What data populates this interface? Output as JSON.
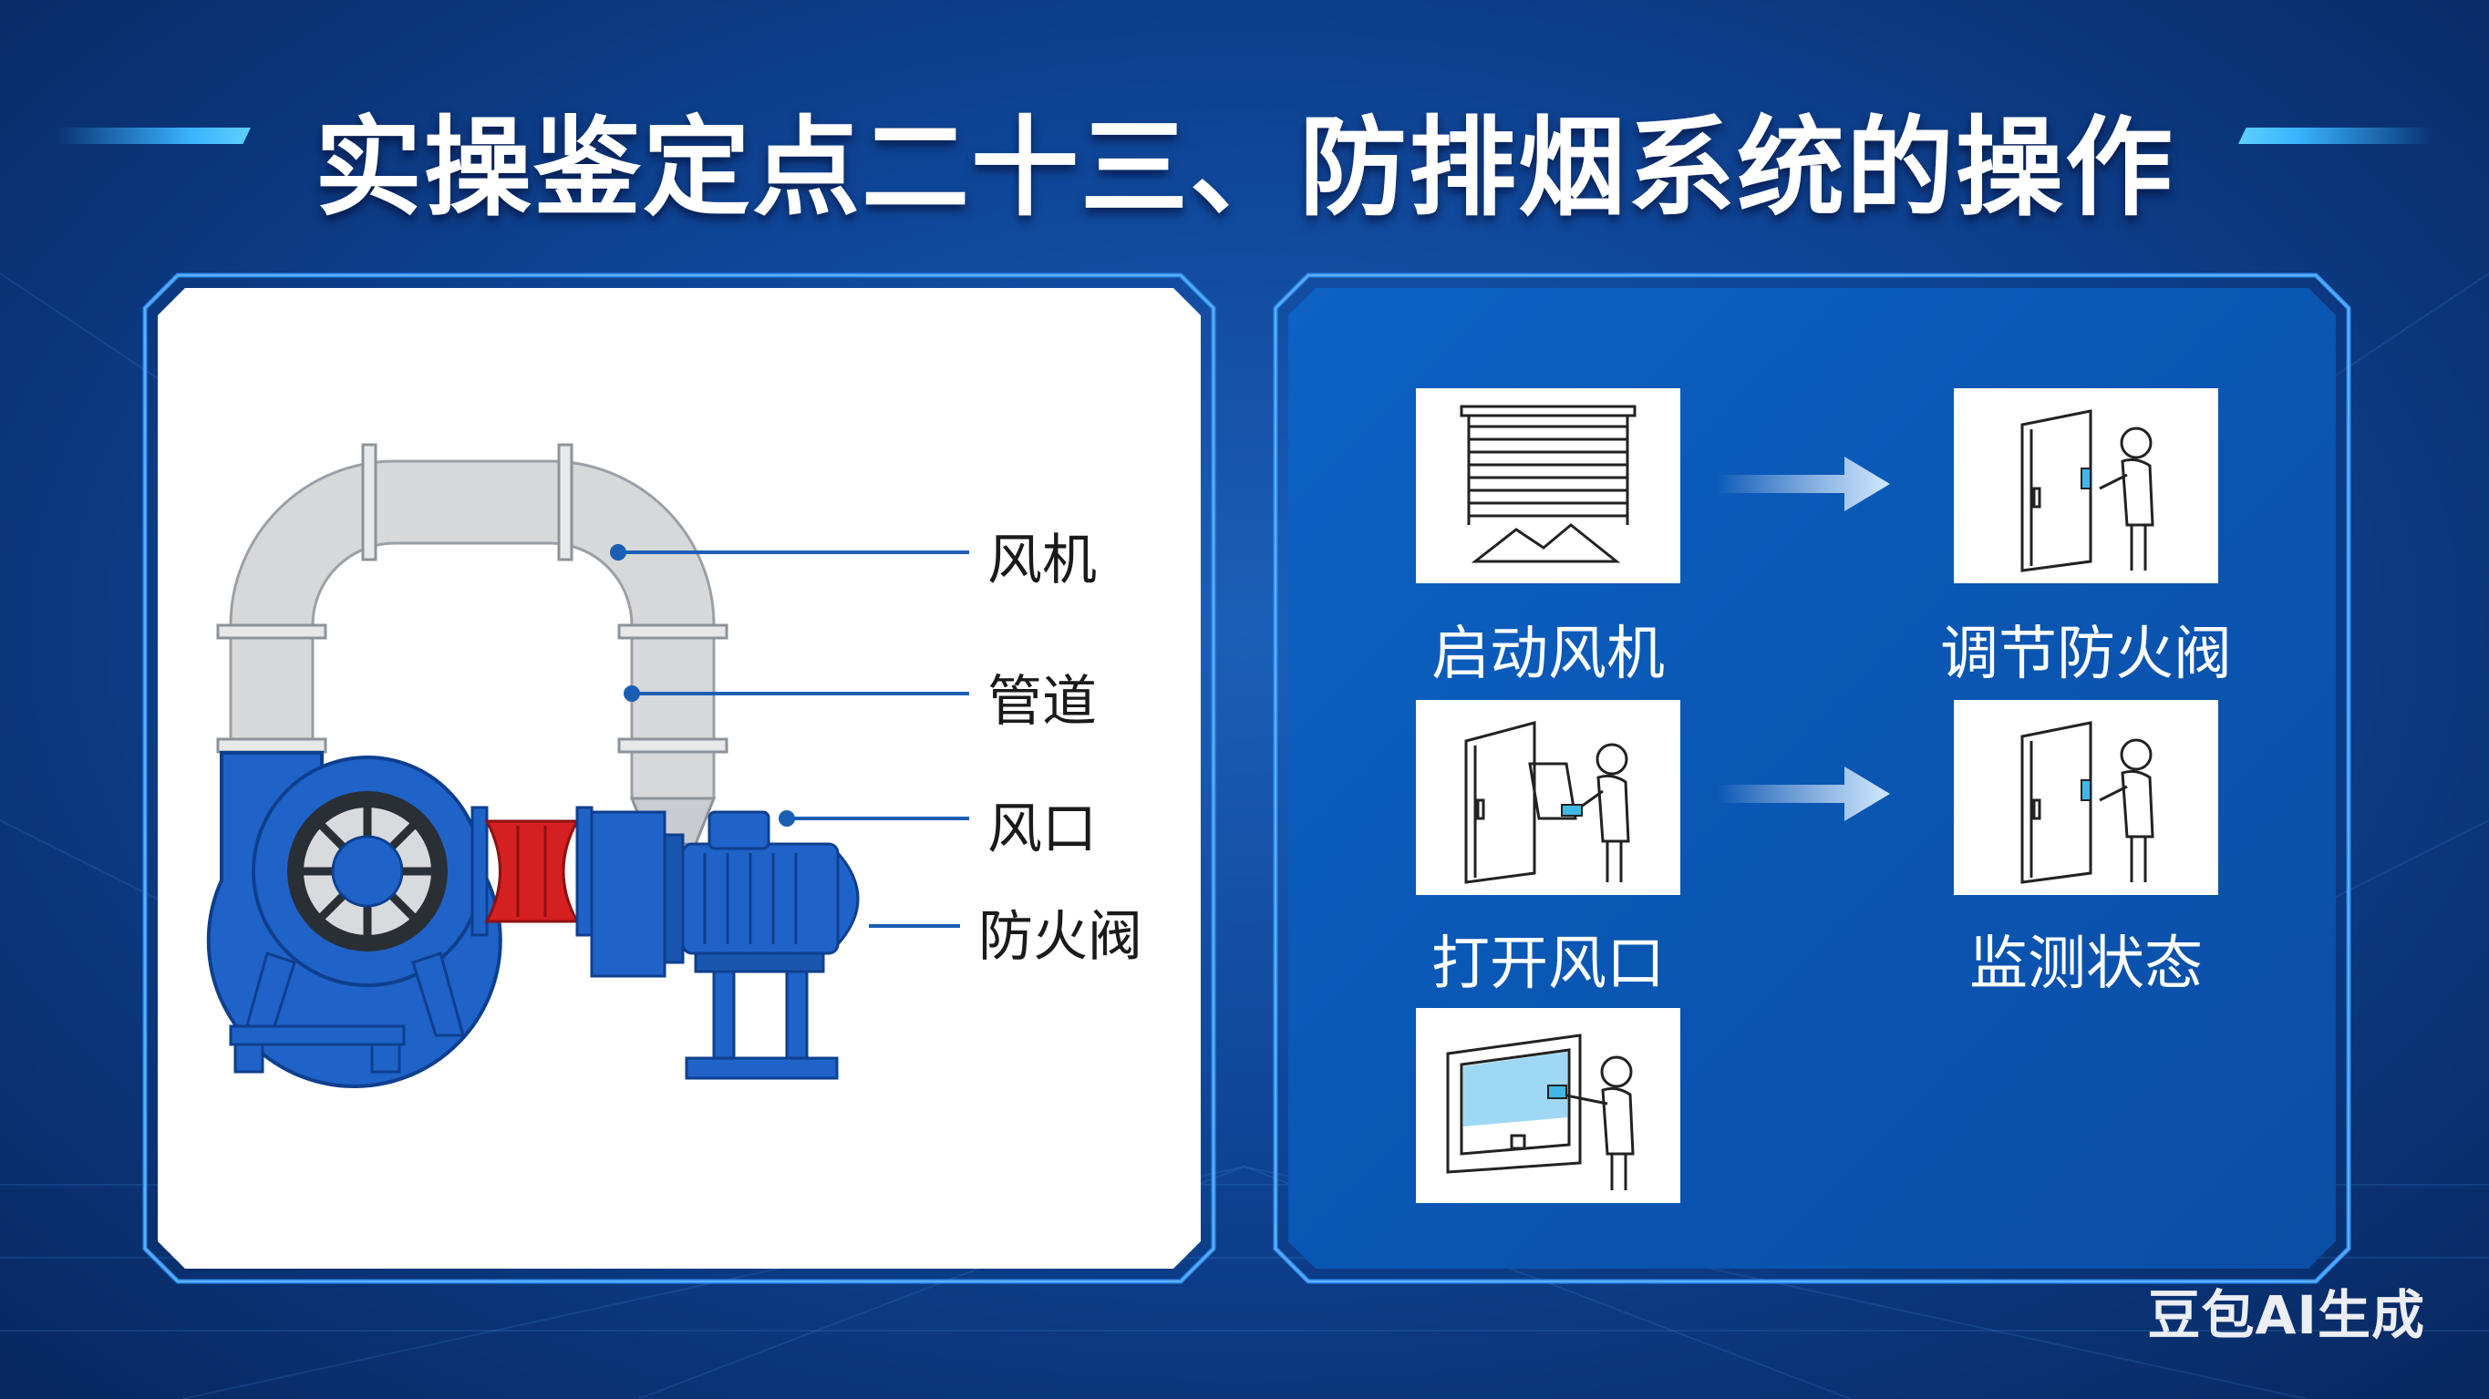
{
  "title": "实操鉴定点二十三、防排烟系统的操作",
  "diagram": {
    "labels": {
      "fan": "风机",
      "duct": "管道",
      "vent": "风口",
      "fire_damper": "防火阀"
    }
  },
  "steps": [
    {
      "label": "启动风机",
      "icon": "window-blind-icon"
    },
    {
      "label": "调节防火阀",
      "icon": "person-at-door-icon"
    },
    {
      "label": "打开风口",
      "icon": "person-opening-door-icon"
    },
    {
      "label": "监测状态",
      "icon": "person-at-door-icon"
    },
    {
      "label": "",
      "icon": "person-at-window-icon"
    }
  ],
  "watermark": "豆包AI生成",
  "colors": {
    "background": "#0f4597",
    "accent": "#3ab4ff",
    "fan_blue": "#1f63c8",
    "fire_damper_red": "#d42020",
    "duct_gray": "#d4d6d8",
    "label_line": "#1a5fb4"
  }
}
